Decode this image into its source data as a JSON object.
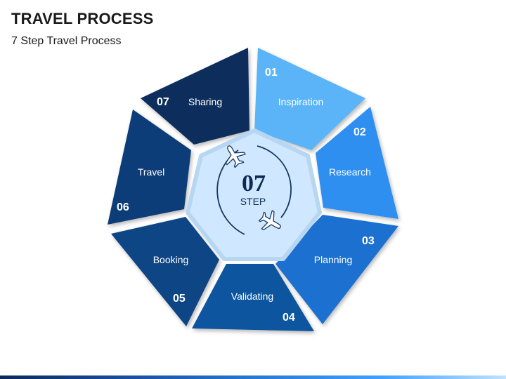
{
  "header": {
    "title": "TRAVEL PROCESS",
    "subtitle": "7 Step Travel Process"
  },
  "center": {
    "number": "07",
    "word": "STEP",
    "fill_color": "#cfe8ff",
    "stroke_color": "#b7d6f2"
  },
  "steps": [
    {
      "number": "01",
      "label": "Inspiration",
      "color": "#5ab4f7"
    },
    {
      "number": "02",
      "label": "Research",
      "color": "#2f8ff0"
    },
    {
      "number": "03",
      "label": "Planning",
      "color": "#1b6fcf"
    },
    {
      "number": "04",
      "label": "Validating",
      "color": "#11549e"
    },
    {
      "number": "05",
      "label": "Booking",
      "color": "#0f4585"
    },
    {
      "number": "06",
      "label": "Travel",
      "color": "#0f3e78"
    },
    {
      "number": "07",
      "label": "Sharing",
      "color": "#0c2f5c"
    }
  ],
  "icons": [
    "airplane-icon",
    "airplane-icon"
  ]
}
